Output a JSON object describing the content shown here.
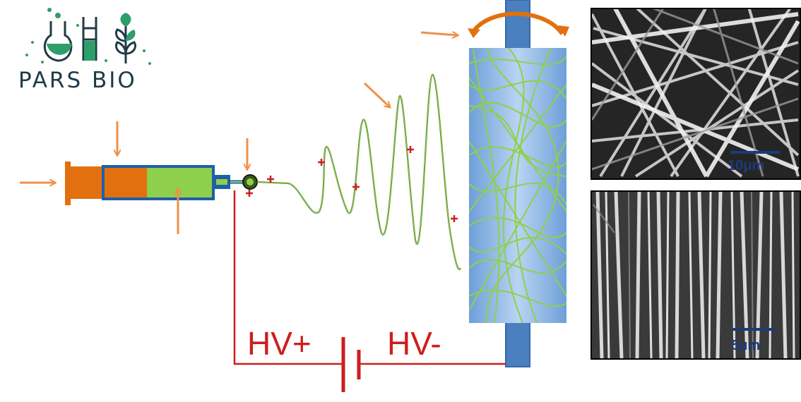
{
  "logo": {
    "text": "PARS BIO",
    "icon": "lab-flask-ladder-plant-logo",
    "accent": "#2e9e6a",
    "dark": "#1f3b47"
  },
  "power_supply": {
    "positive_label": "HV+",
    "negative_label": "HV-",
    "wire_color": "#cc1f1f"
  },
  "sem_images": [
    {
      "scale_label": "10μm"
    },
    {
      "scale_label": "5μm"
    }
  ],
  "colors": {
    "arrow": "#f0904a",
    "plunger": "#e2700f",
    "solution": "#8ed04b",
    "syringe_outline": "#1f5fa8",
    "collector": "#4a86c8",
    "collector_light": "#a8c9ee",
    "fiber": "#8ed04b",
    "charge": "#cc1f1f"
  }
}
